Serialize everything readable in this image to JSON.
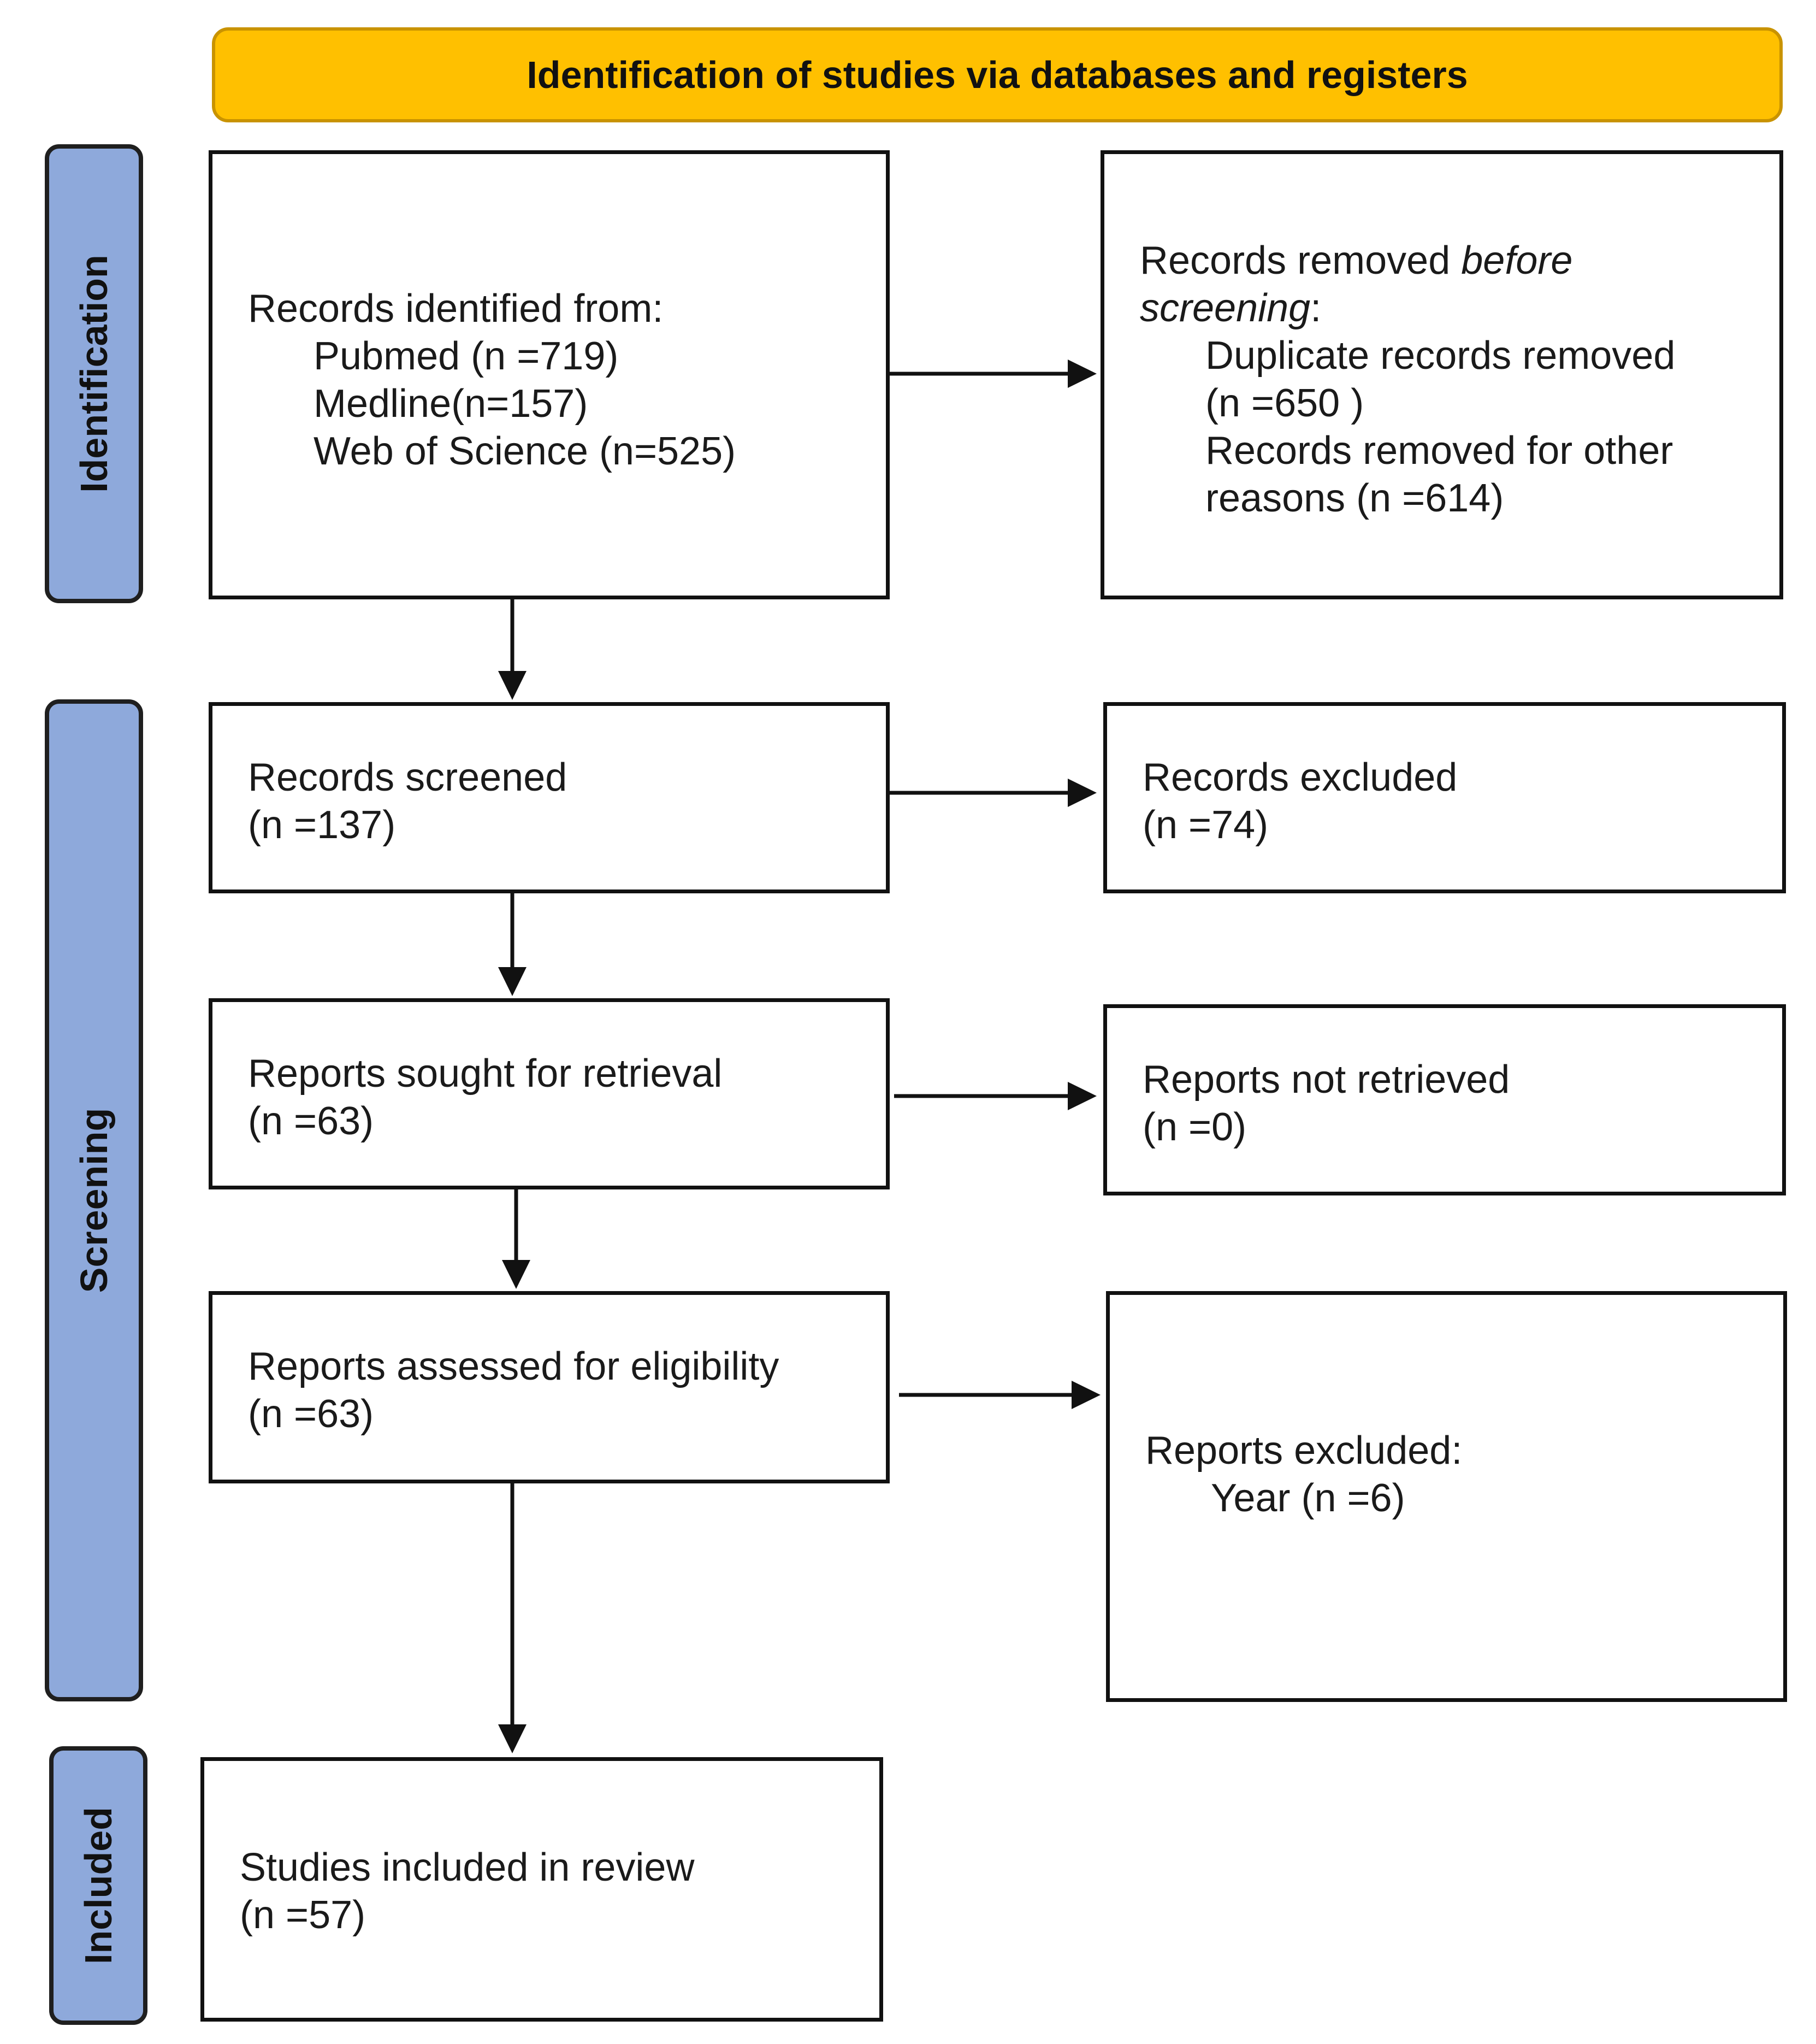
{
  "header": {
    "title": "Identification of studies via databases and registers"
  },
  "stages": {
    "identification": "Identification",
    "screening": "Screening",
    "included": "Included"
  },
  "boxes": {
    "records_identified": {
      "heading": "Records identified from:",
      "sources": [
        "Pubmed (n =719)",
        "Medline(n=157)",
        "Web of Science (n=525)"
      ]
    },
    "records_removed": {
      "heading_plain": "Records removed ",
      "heading_italic_1": "before",
      "heading_italic_2": "screening",
      "heading_colon": ":",
      "items": [
        "Duplicate records removed",
        "(n =650 )",
        "Records removed for other",
        "reasons (n =614)"
      ]
    },
    "records_screened": {
      "label": "Records screened",
      "count": "(n =137)"
    },
    "records_excluded": {
      "label": "Records excluded",
      "count": "(n =74)"
    },
    "reports_sought": {
      "label": "Reports sought for retrieval",
      "count": "(n =63)"
    },
    "reports_not_retrieved": {
      "label": "Reports not retrieved",
      "count": "(n =0)"
    },
    "reports_assessed": {
      "label": "Reports assessed for eligibility",
      "count": "(n =63)"
    },
    "reports_excluded": {
      "heading": "Reports excluded:",
      "items": [
        "Year (n =6)"
      ]
    },
    "studies_included": {
      "label": "Studies included in review",
      "count": "(n =57)"
    }
  }
}
